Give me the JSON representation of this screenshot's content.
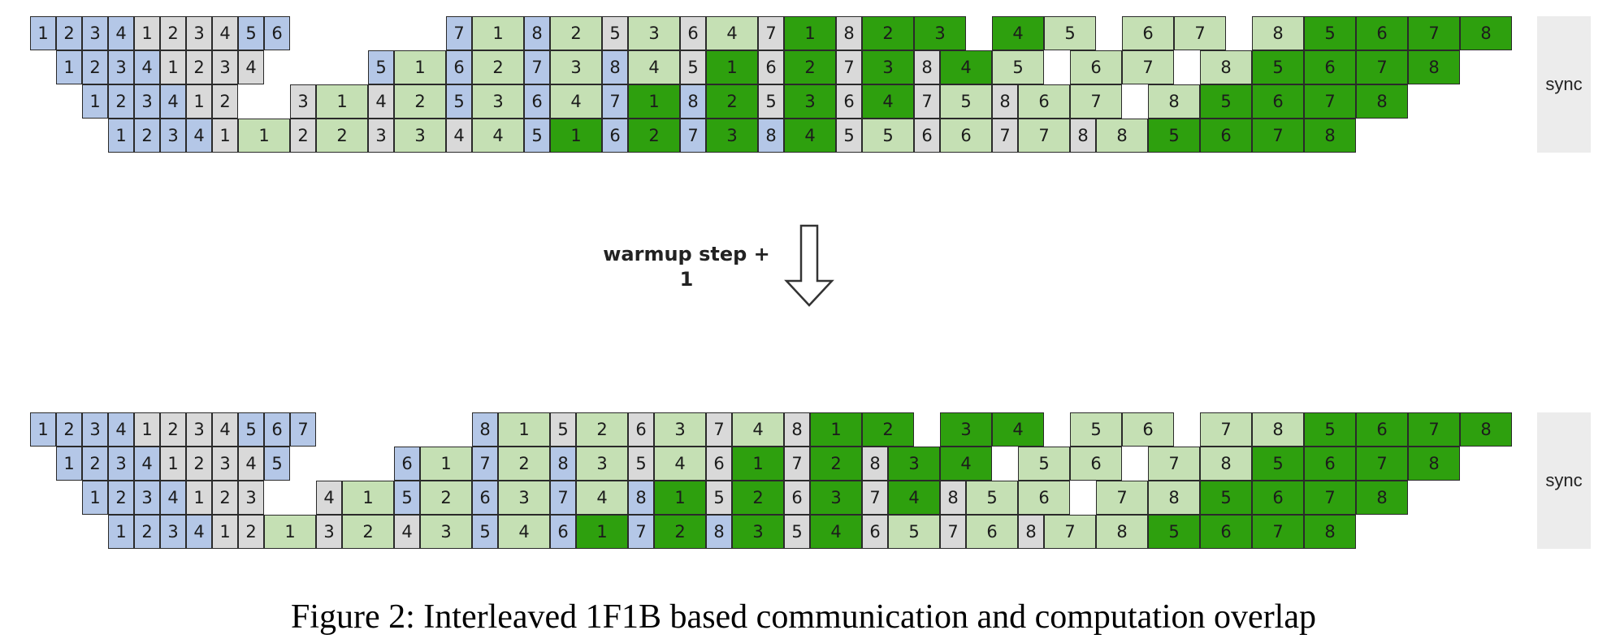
{
  "top": {
    "rows": [
      [
        [
          "F",
          "1"
        ],
        [
          "F",
          "2"
        ],
        [
          "F",
          "3"
        ],
        [
          "F",
          "4"
        ],
        [
          "C",
          "1"
        ],
        [
          "C",
          "2"
        ],
        [
          "C",
          "3"
        ],
        [
          "C",
          "4"
        ],
        [
          "F",
          "5"
        ],
        [
          "F",
          "6"
        ],
        [
          "gap"
        ],
        [
          "gap"
        ],
        [
          "gap"
        ],
        [
          "gap"
        ],
        [
          "gap"
        ],
        [
          "gap"
        ],
        [
          "F",
          "7"
        ],
        [
          "L",
          "1"
        ],
        [
          "F",
          "8"
        ],
        [
          "L",
          "2"
        ],
        [
          "C",
          "5"
        ],
        [
          "L",
          "3"
        ],
        [
          "C",
          "6"
        ],
        [
          "L",
          "4"
        ],
        [
          "C",
          "7"
        ],
        [
          "D",
          "1"
        ],
        [
          "C",
          "8"
        ],
        [
          "D",
          "2"
        ],
        [
          "D",
          "3"
        ],
        [
          "gap"
        ],
        [
          "D",
          "4"
        ],
        [
          "L",
          "5"
        ],
        [
          "gap"
        ],
        [
          "L",
          "6"
        ],
        [
          "L",
          "7"
        ],
        [
          "gap"
        ],
        [
          "L",
          "8"
        ],
        [
          "D",
          "5"
        ],
        [
          "D",
          "6"
        ],
        [
          "D",
          "7"
        ],
        [
          "D",
          "8"
        ]
      ],
      [
        [
          "gap"
        ],
        [
          "F",
          "1"
        ],
        [
          "F",
          "2"
        ],
        [
          "F",
          "3"
        ],
        [
          "F",
          "4"
        ],
        [
          "C",
          "1"
        ],
        [
          "C",
          "2"
        ],
        [
          "C",
          "3"
        ],
        [
          "C",
          "4"
        ],
        [
          "gap"
        ],
        [
          "gap"
        ],
        [
          "gap"
        ],
        [
          "gap"
        ],
        [
          "F",
          "5"
        ],
        [
          "L",
          "1"
        ],
        [
          "F",
          "6"
        ],
        [
          "L",
          "2"
        ],
        [
          "F",
          "7"
        ],
        [
          "L",
          "3"
        ],
        [
          "F",
          "8"
        ],
        [
          "L",
          "4"
        ],
        [
          "C",
          "5"
        ],
        [
          "D",
          "1"
        ],
        [
          "C",
          "6"
        ],
        [
          "D",
          "2"
        ],
        [
          "C",
          "7"
        ],
        [
          "D",
          "3"
        ],
        [
          "C",
          "8"
        ],
        [
          "D",
          "4"
        ],
        [
          "L",
          "5"
        ],
        [
          "gap"
        ],
        [
          "L",
          "6"
        ],
        [
          "L",
          "7"
        ],
        [
          "gap"
        ],
        [
          "L",
          "8"
        ],
        [
          "D",
          "5"
        ],
        [
          "D",
          "6"
        ],
        [
          "D",
          "7"
        ],
        [
          "D",
          "8"
        ]
      ],
      [
        [
          "gap"
        ],
        [
          "gap"
        ],
        [
          "F",
          "1"
        ],
        [
          "F",
          "2"
        ],
        [
          "F",
          "3"
        ],
        [
          "F",
          "4"
        ],
        [
          "C",
          "1"
        ],
        [
          "C",
          "2"
        ],
        [
          "gap"
        ],
        [
          "gap"
        ],
        [
          "C",
          "3"
        ],
        [
          "L",
          "1"
        ],
        [
          "C",
          "4"
        ],
        [
          "L",
          "2"
        ],
        [
          "F",
          "5"
        ],
        [
          "L",
          "3"
        ],
        [
          "F",
          "6"
        ],
        [
          "L",
          "4"
        ],
        [
          "F",
          "7"
        ],
        [
          "D",
          "1"
        ],
        [
          "F",
          "8"
        ],
        [
          "D",
          "2"
        ],
        [
          "C",
          "5"
        ],
        [
          "D",
          "3"
        ],
        [
          "C",
          "6"
        ],
        [
          "D",
          "4"
        ],
        [
          "C",
          "7"
        ],
        [
          "L",
          "5"
        ],
        [
          "C",
          "8"
        ],
        [
          "L",
          "6"
        ],
        [
          "L",
          "7"
        ],
        [
          "gap"
        ],
        [
          "L",
          "8"
        ],
        [
          "D",
          "5"
        ],
        [
          "D",
          "6"
        ],
        [
          "D",
          "7"
        ],
        [
          "D",
          "8"
        ]
      ],
      [
        [
          "gap"
        ],
        [
          "gap"
        ],
        [
          "gap"
        ],
        [
          "F",
          "1"
        ],
        [
          "F",
          "2"
        ],
        [
          "F",
          "3"
        ],
        [
          "F",
          "4"
        ],
        [
          "C",
          "1"
        ],
        [
          "L",
          "1"
        ],
        [
          "C",
          "2"
        ],
        [
          "L",
          "2"
        ],
        [
          "C",
          "3"
        ],
        [
          "L",
          "3"
        ],
        [
          "C",
          "4"
        ],
        [
          "L",
          "4"
        ],
        [
          "F",
          "5"
        ],
        [
          "D",
          "1"
        ],
        [
          "F",
          "6"
        ],
        [
          "D",
          "2"
        ],
        [
          "F",
          "7"
        ],
        [
          "D",
          "3"
        ],
        [
          "F",
          "8"
        ],
        [
          "D",
          "4"
        ],
        [
          "C",
          "5"
        ],
        [
          "L",
          "5"
        ],
        [
          "C",
          "6"
        ],
        [
          "L",
          "6"
        ],
        [
          "C",
          "7"
        ],
        [
          "L",
          "7"
        ],
        [
          "C",
          "8"
        ],
        [
          "L",
          "8"
        ],
        [
          "D",
          "5"
        ],
        [
          "D",
          "6"
        ],
        [
          "D",
          "7"
        ],
        [
          "D",
          "8"
        ]
      ]
    ],
    "sync": "sync"
  },
  "bottom": {
    "rows": [
      [
        [
          "F",
          "1"
        ],
        [
          "F",
          "2"
        ],
        [
          "F",
          "3"
        ],
        [
          "F",
          "4"
        ],
        [
          "C",
          "1"
        ],
        [
          "C",
          "2"
        ],
        [
          "C",
          "3"
        ],
        [
          "C",
          "4"
        ],
        [
          "F",
          "5"
        ],
        [
          "F",
          "6"
        ],
        [
          "F",
          "7"
        ],
        [
          "gap"
        ],
        [
          "gap"
        ],
        [
          "gap"
        ],
        [
          "gap"
        ],
        [
          "gap"
        ],
        [
          "gap"
        ],
        [
          "F",
          "8"
        ],
        [
          "L",
          "1"
        ],
        [
          "C",
          "5"
        ],
        [
          "L",
          "2"
        ],
        [
          "C",
          "6"
        ],
        [
          "L",
          "3"
        ],
        [
          "C",
          "7"
        ],
        [
          "L",
          "4"
        ],
        [
          "C",
          "8"
        ],
        [
          "D",
          "1"
        ],
        [
          "D",
          "2"
        ],
        [
          "gap"
        ],
        [
          "D",
          "3"
        ],
        [
          "D",
          "4"
        ],
        [
          "gap"
        ],
        [
          "L",
          "5"
        ],
        [
          "L",
          "6"
        ],
        [
          "gap"
        ],
        [
          "L",
          "7"
        ],
        [
          "L",
          "8"
        ],
        [
          "D",
          "5"
        ],
        [
          "D",
          "6"
        ],
        [
          "D",
          "7"
        ],
        [
          "D",
          "8"
        ]
      ],
      [
        [
          "gap"
        ],
        [
          "F",
          "1"
        ],
        [
          "F",
          "2"
        ],
        [
          "F",
          "3"
        ],
        [
          "F",
          "4"
        ],
        [
          "C",
          "1"
        ],
        [
          "C",
          "2"
        ],
        [
          "C",
          "3"
        ],
        [
          "C",
          "4"
        ],
        [
          "F",
          "5"
        ],
        [
          "gap"
        ],
        [
          "gap"
        ],
        [
          "gap"
        ],
        [
          "gap"
        ],
        [
          "F",
          "6"
        ],
        [
          "L",
          "1"
        ],
        [
          "F",
          "7"
        ],
        [
          "L",
          "2"
        ],
        [
          "F",
          "8"
        ],
        [
          "L",
          "3"
        ],
        [
          "C",
          "5"
        ],
        [
          "L",
          "4"
        ],
        [
          "C",
          "6"
        ],
        [
          "D",
          "1"
        ],
        [
          "C",
          "7"
        ],
        [
          "D",
          "2"
        ],
        [
          "C",
          "8"
        ],
        [
          "D",
          "3"
        ],
        [
          "D",
          "4"
        ],
        [
          "gap"
        ],
        [
          "L",
          "5"
        ],
        [
          "L",
          "6"
        ],
        [
          "gap"
        ],
        [
          "L",
          "7"
        ],
        [
          "L",
          "8"
        ],
        [
          "D",
          "5"
        ],
        [
          "D",
          "6"
        ],
        [
          "D",
          "7"
        ],
        [
          "D",
          "8"
        ]
      ],
      [
        [
          "gap"
        ],
        [
          "gap"
        ],
        [
          "F",
          "1"
        ],
        [
          "F",
          "2"
        ],
        [
          "F",
          "3"
        ],
        [
          "F",
          "4"
        ],
        [
          "C",
          "1"
        ],
        [
          "C",
          "2"
        ],
        [
          "C",
          "3"
        ],
        [
          "gap"
        ],
        [
          "gap"
        ],
        [
          "C",
          "4"
        ],
        [
          "L",
          "1"
        ],
        [
          "F",
          "5"
        ],
        [
          "L",
          "2"
        ],
        [
          "F",
          "6"
        ],
        [
          "L",
          "3"
        ],
        [
          "F",
          "7"
        ],
        [
          "L",
          "4"
        ],
        [
          "F",
          "8"
        ],
        [
          "D",
          "1"
        ],
        [
          "C",
          "5"
        ],
        [
          "D",
          "2"
        ],
        [
          "C",
          "6"
        ],
        [
          "D",
          "3"
        ],
        [
          "C",
          "7"
        ],
        [
          "D",
          "4"
        ],
        [
          "C",
          "8"
        ],
        [
          "L",
          "5"
        ],
        [
          "L",
          "6"
        ],
        [
          "gap"
        ],
        [
          "L",
          "7"
        ],
        [
          "L",
          "8"
        ],
        [
          "D",
          "5"
        ],
        [
          "D",
          "6"
        ],
        [
          "D",
          "7"
        ],
        [
          "D",
          "8"
        ]
      ],
      [
        [
          "gap"
        ],
        [
          "gap"
        ],
        [
          "gap"
        ],
        [
          "F",
          "1"
        ],
        [
          "F",
          "2"
        ],
        [
          "F",
          "3"
        ],
        [
          "F",
          "4"
        ],
        [
          "C",
          "1"
        ],
        [
          "C",
          "2"
        ],
        [
          "L",
          "1"
        ],
        [
          "C",
          "3"
        ],
        [
          "L",
          "2"
        ],
        [
          "C",
          "4"
        ],
        [
          "L",
          "3"
        ],
        [
          "F",
          "5"
        ],
        [
          "L",
          "4"
        ],
        [
          "F",
          "6"
        ],
        [
          "D",
          "1"
        ],
        [
          "F",
          "7"
        ],
        [
          "D",
          "2"
        ],
        [
          "F",
          "8"
        ],
        [
          "D",
          "3"
        ],
        [
          "C",
          "5"
        ],
        [
          "D",
          "4"
        ],
        [
          "C",
          "6"
        ],
        [
          "L",
          "5"
        ],
        [
          "C",
          "7"
        ],
        [
          "L",
          "6"
        ],
        [
          "C",
          "8"
        ],
        [
          "L",
          "7"
        ],
        [
          "L",
          "8"
        ],
        [
          "D",
          "5"
        ],
        [
          "D",
          "6"
        ],
        [
          "D",
          "7"
        ],
        [
          "D",
          "8"
        ]
      ]
    ],
    "sync": "sync"
  },
  "arrow_label": "warmup step + 1",
  "caption": "Figure 2: Interleaved 1F1B based communication and computation overlap",
  "colors": {
    "forward": "#b4c7e7",
    "communication": "#d9d9d9",
    "light_compute": "#c5e0b4",
    "dark_compute": "#2ea00e"
  }
}
